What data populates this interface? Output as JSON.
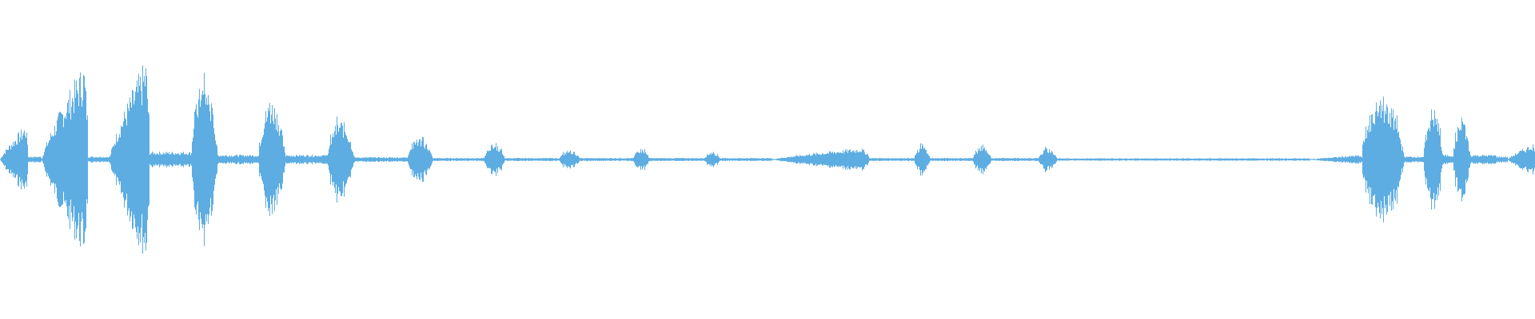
{
  "waveform": {
    "color": "#5dade2",
    "background": "#ffffff",
    "segments": [
      {
        "start": 0.0,
        "end": 0.018,
        "peak": 0.24,
        "shape": "rise"
      },
      {
        "start": 0.018,
        "end": 0.027,
        "peak": 0.02,
        "shape": "flat"
      },
      {
        "start": 0.027,
        "end": 0.057,
        "peak": 0.66,
        "shape": "rise"
      },
      {
        "start": 0.057,
        "end": 0.071,
        "peak": 0.02,
        "shape": "flat"
      },
      {
        "start": 0.071,
        "end": 0.097,
        "peak": 0.69,
        "shape": "rise"
      },
      {
        "start": 0.097,
        "end": 0.125,
        "peak": 0.05,
        "shape": "flat"
      },
      {
        "start": 0.125,
        "end": 0.142,
        "peak": 0.5,
        "shape": "burst"
      },
      {
        "start": 0.142,
        "end": 0.169,
        "peak": 0.03,
        "shape": "flat"
      },
      {
        "start": 0.169,
        "end": 0.186,
        "peak": 0.38,
        "shape": "burst"
      },
      {
        "start": 0.186,
        "end": 0.214,
        "peak": 0.03,
        "shape": "flat"
      },
      {
        "start": 0.214,
        "end": 0.231,
        "peak": 0.25,
        "shape": "burst"
      },
      {
        "start": 0.231,
        "end": 0.266,
        "peak": 0.015,
        "shape": "flat"
      },
      {
        "start": 0.266,
        "end": 0.282,
        "peak": 0.14,
        "shape": "burst"
      },
      {
        "start": 0.282,
        "end": 0.316,
        "peak": 0.01,
        "shape": "flat"
      },
      {
        "start": 0.316,
        "end": 0.329,
        "peak": 0.1,
        "shape": "burst"
      },
      {
        "start": 0.329,
        "end": 0.365,
        "peak": 0.01,
        "shape": "flat"
      },
      {
        "start": 0.365,
        "end": 0.378,
        "peak": 0.06,
        "shape": "burst"
      },
      {
        "start": 0.378,
        "end": 0.413,
        "peak": 0.01,
        "shape": "flat"
      },
      {
        "start": 0.413,
        "end": 0.423,
        "peak": 0.07,
        "shape": "burst"
      },
      {
        "start": 0.423,
        "end": 0.459,
        "peak": 0.01,
        "shape": "flat"
      },
      {
        "start": 0.459,
        "end": 0.469,
        "peak": 0.05,
        "shape": "burst"
      },
      {
        "start": 0.469,
        "end": 0.503,
        "peak": 0.01,
        "shape": "flat"
      },
      {
        "start": 0.503,
        "end": 0.566,
        "peak": 0.08,
        "shape": "rise"
      },
      {
        "start": 0.566,
        "end": 0.596,
        "peak": 0.01,
        "shape": "flat"
      },
      {
        "start": 0.596,
        "end": 0.606,
        "peak": 0.09,
        "shape": "burst"
      },
      {
        "start": 0.606,
        "end": 0.634,
        "peak": 0.01,
        "shape": "flat"
      },
      {
        "start": 0.634,
        "end": 0.646,
        "peak": 0.08,
        "shape": "burst"
      },
      {
        "start": 0.646,
        "end": 0.677,
        "peak": 0.01,
        "shape": "flat"
      },
      {
        "start": 0.677,
        "end": 0.689,
        "peak": 0.07,
        "shape": "burst"
      },
      {
        "start": 0.689,
        "end": 0.853,
        "peak": 0.008,
        "shape": "flat"
      },
      {
        "start": 0.853,
        "end": 0.888,
        "peak": 0.03,
        "shape": "rise"
      },
      {
        "start": 0.888,
        "end": 0.915,
        "peak": 0.4,
        "shape": "burst"
      },
      {
        "start": 0.915,
        "end": 0.928,
        "peak": 0.02,
        "shape": "flat"
      },
      {
        "start": 0.928,
        "end": 0.94,
        "peak": 0.33,
        "shape": "burst"
      },
      {
        "start": 0.94,
        "end": 0.947,
        "peak": 0.03,
        "shape": "flat"
      },
      {
        "start": 0.947,
        "end": 0.958,
        "peak": 0.25,
        "shape": "burst"
      },
      {
        "start": 0.958,
        "end": 0.975,
        "peak": 0.03,
        "shape": "flat"
      },
      {
        "start": 0.975,
        "end": 0.982,
        "peak": 0.02,
        "shape": "flat"
      },
      {
        "start": 0.982,
        "end": 1.0,
        "peak": 0.11,
        "shape": "rise"
      }
    ]
  }
}
